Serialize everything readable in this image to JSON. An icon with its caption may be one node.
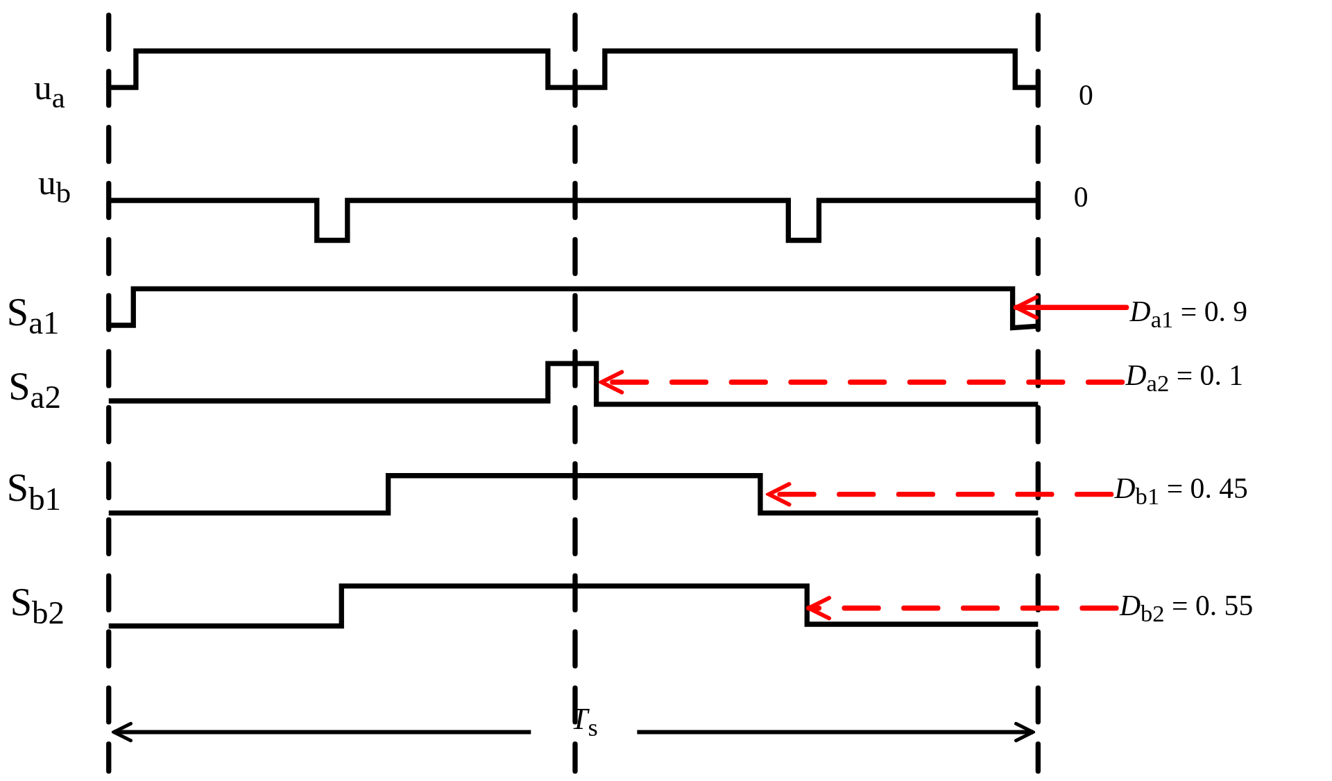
{
  "diagram": {
    "nodes": [
      {
        "text": [
          "*D*$_{a1}$ =  0. 9"
        ]
      },
      {
        "text": [
          "*D*$_{a2}$ =  0. 1"
        ]
      },
      {
        "text": [
          "*D*$_{b1}$ =  0. 45"
        ]
      },
      {
        "text": [
          "*D*$_{b2}$ =  0. 55"
        ]
      }
    ],
    "edges": [
      {
        "from": 0,
        "to": null,
        "arrow": "to",
        "color": "#ff0000"
      },
      {
        "from": 1,
        "to": null,
        "arrow": "to",
        "style": "dashed",
        "color": "#ff0000"
      },
      {
        "from": 2,
        "to": null,
        "arrow": "to",
        "style": "dashed",
        "color": "#ff0000"
      },
      {
        "from": 3,
        "to": null,
        "arrow": "to",
        "style": "dashed",
        "color": "#ff0000"
      }
    ],
    "labels": [
      "u$_{a}$",
      "0",
      "u$_{b}$",
      "0",
      "S$_{a1}$",
      "S$_{a2}$",
      "S$_{b1}$",
      "S$_{b2}$",
      "*T*$_{s}$"
    ]
  }
}
